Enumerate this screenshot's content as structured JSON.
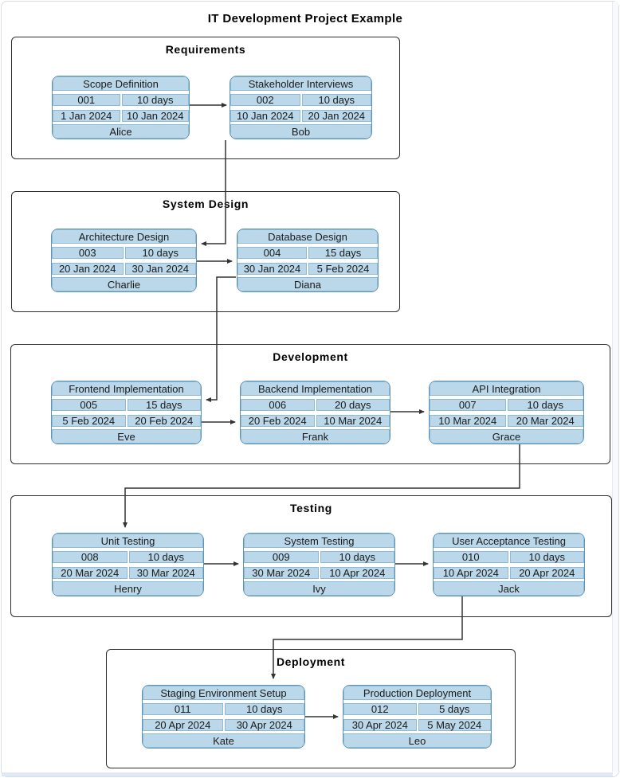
{
  "title": "IT Development Project Example",
  "diagram": {
    "phases": [
      {
        "name": "Requirements",
        "tasks": [
          {
            "title": "Scope Definition",
            "id": "001",
            "duration": "10 days",
            "start": "1 Jan 2024",
            "end": "10 Jan 2024",
            "assignee": "Alice"
          },
          {
            "title": "Stakeholder Interviews",
            "id": "002",
            "duration": "10 days",
            "start": "10 Jan 2024",
            "end": "20 Jan 2024",
            "assignee": "Bob"
          }
        ]
      },
      {
        "name": "System Design",
        "tasks": [
          {
            "title": "Architecture Design",
            "id": "003",
            "duration": "10 days",
            "start": "20 Jan 2024",
            "end": "30 Jan 2024",
            "assignee": "Charlie"
          },
          {
            "title": "Database Design",
            "id": "004",
            "duration": "15 days",
            "start": "30 Jan 2024",
            "end": "5 Feb 2024",
            "assignee": "Diana"
          }
        ]
      },
      {
        "name": "Development",
        "tasks": [
          {
            "title": "Frontend Implementation",
            "id": "005",
            "duration": "15 days",
            "start": "5 Feb 2024",
            "end": "20 Feb 2024",
            "assignee": "Eve"
          },
          {
            "title": "Backend Implementation",
            "id": "006",
            "duration": "20 days",
            "start": "20 Feb 2024",
            "end": "10 Mar 2024",
            "assignee": "Frank"
          },
          {
            "title": "API Integration",
            "id": "007",
            "duration": "10 days",
            "start": "10 Mar 2024",
            "end": "20 Mar 2024",
            "assignee": "Grace"
          }
        ]
      },
      {
        "name": "Testing",
        "tasks": [
          {
            "title": "Unit Testing",
            "id": "008",
            "duration": "10 days",
            "start": "20 Mar 2024",
            "end": "30 Mar 2024",
            "assignee": "Henry"
          },
          {
            "title": "System Testing",
            "id": "009",
            "duration": "10 days",
            "start": "30 Mar 2024",
            "end": "10 Apr 2024",
            "assignee": "Ivy"
          },
          {
            "title": "User Acceptance Testing",
            "id": "010",
            "duration": "10 days",
            "start": "10 Apr 2024",
            "end": "20 Apr 2024",
            "assignee": "Jack"
          }
        ]
      },
      {
        "name": "Deployment",
        "tasks": [
          {
            "title": "Staging Environment Setup",
            "id": "011",
            "duration": "10 days",
            "start": "20 Apr 2024",
            "end": "30 Apr 2024",
            "assignee": "Kate"
          },
          {
            "title": "Production Deployment",
            "id": "012",
            "duration": "5 days",
            "start": "30 Apr 2024",
            "end": "5 May 2024",
            "assignee": "Leo"
          }
        ]
      }
    ],
    "edges": [
      {
        "from": "Scope Definition",
        "to": "Stakeholder Interviews"
      },
      {
        "from": "Stakeholder Interviews",
        "to": "Architecture Design"
      },
      {
        "from": "Architecture Design",
        "to": "Database Design"
      },
      {
        "from": "Database Design",
        "to": "Frontend Implementation"
      },
      {
        "from": "Frontend Implementation",
        "to": "Backend Implementation"
      },
      {
        "from": "Backend Implementation",
        "to": "API Integration"
      },
      {
        "from": "API Integration",
        "to": "Unit Testing"
      },
      {
        "from": "Unit Testing",
        "to": "System Testing"
      },
      {
        "from": "System Testing",
        "to": "User Acceptance Testing"
      },
      {
        "from": "User Acceptance Testing",
        "to": "Staging Environment Setup"
      },
      {
        "from": "Staging Environment Setup",
        "to": "Production Deployment"
      }
    ]
  },
  "colors": {
    "node_fill": "#bad8e9",
    "node_border": "#5d95b8",
    "edge": "#333333",
    "container_border": "#2d2d2d",
    "text": "#1a1a1a"
  }
}
